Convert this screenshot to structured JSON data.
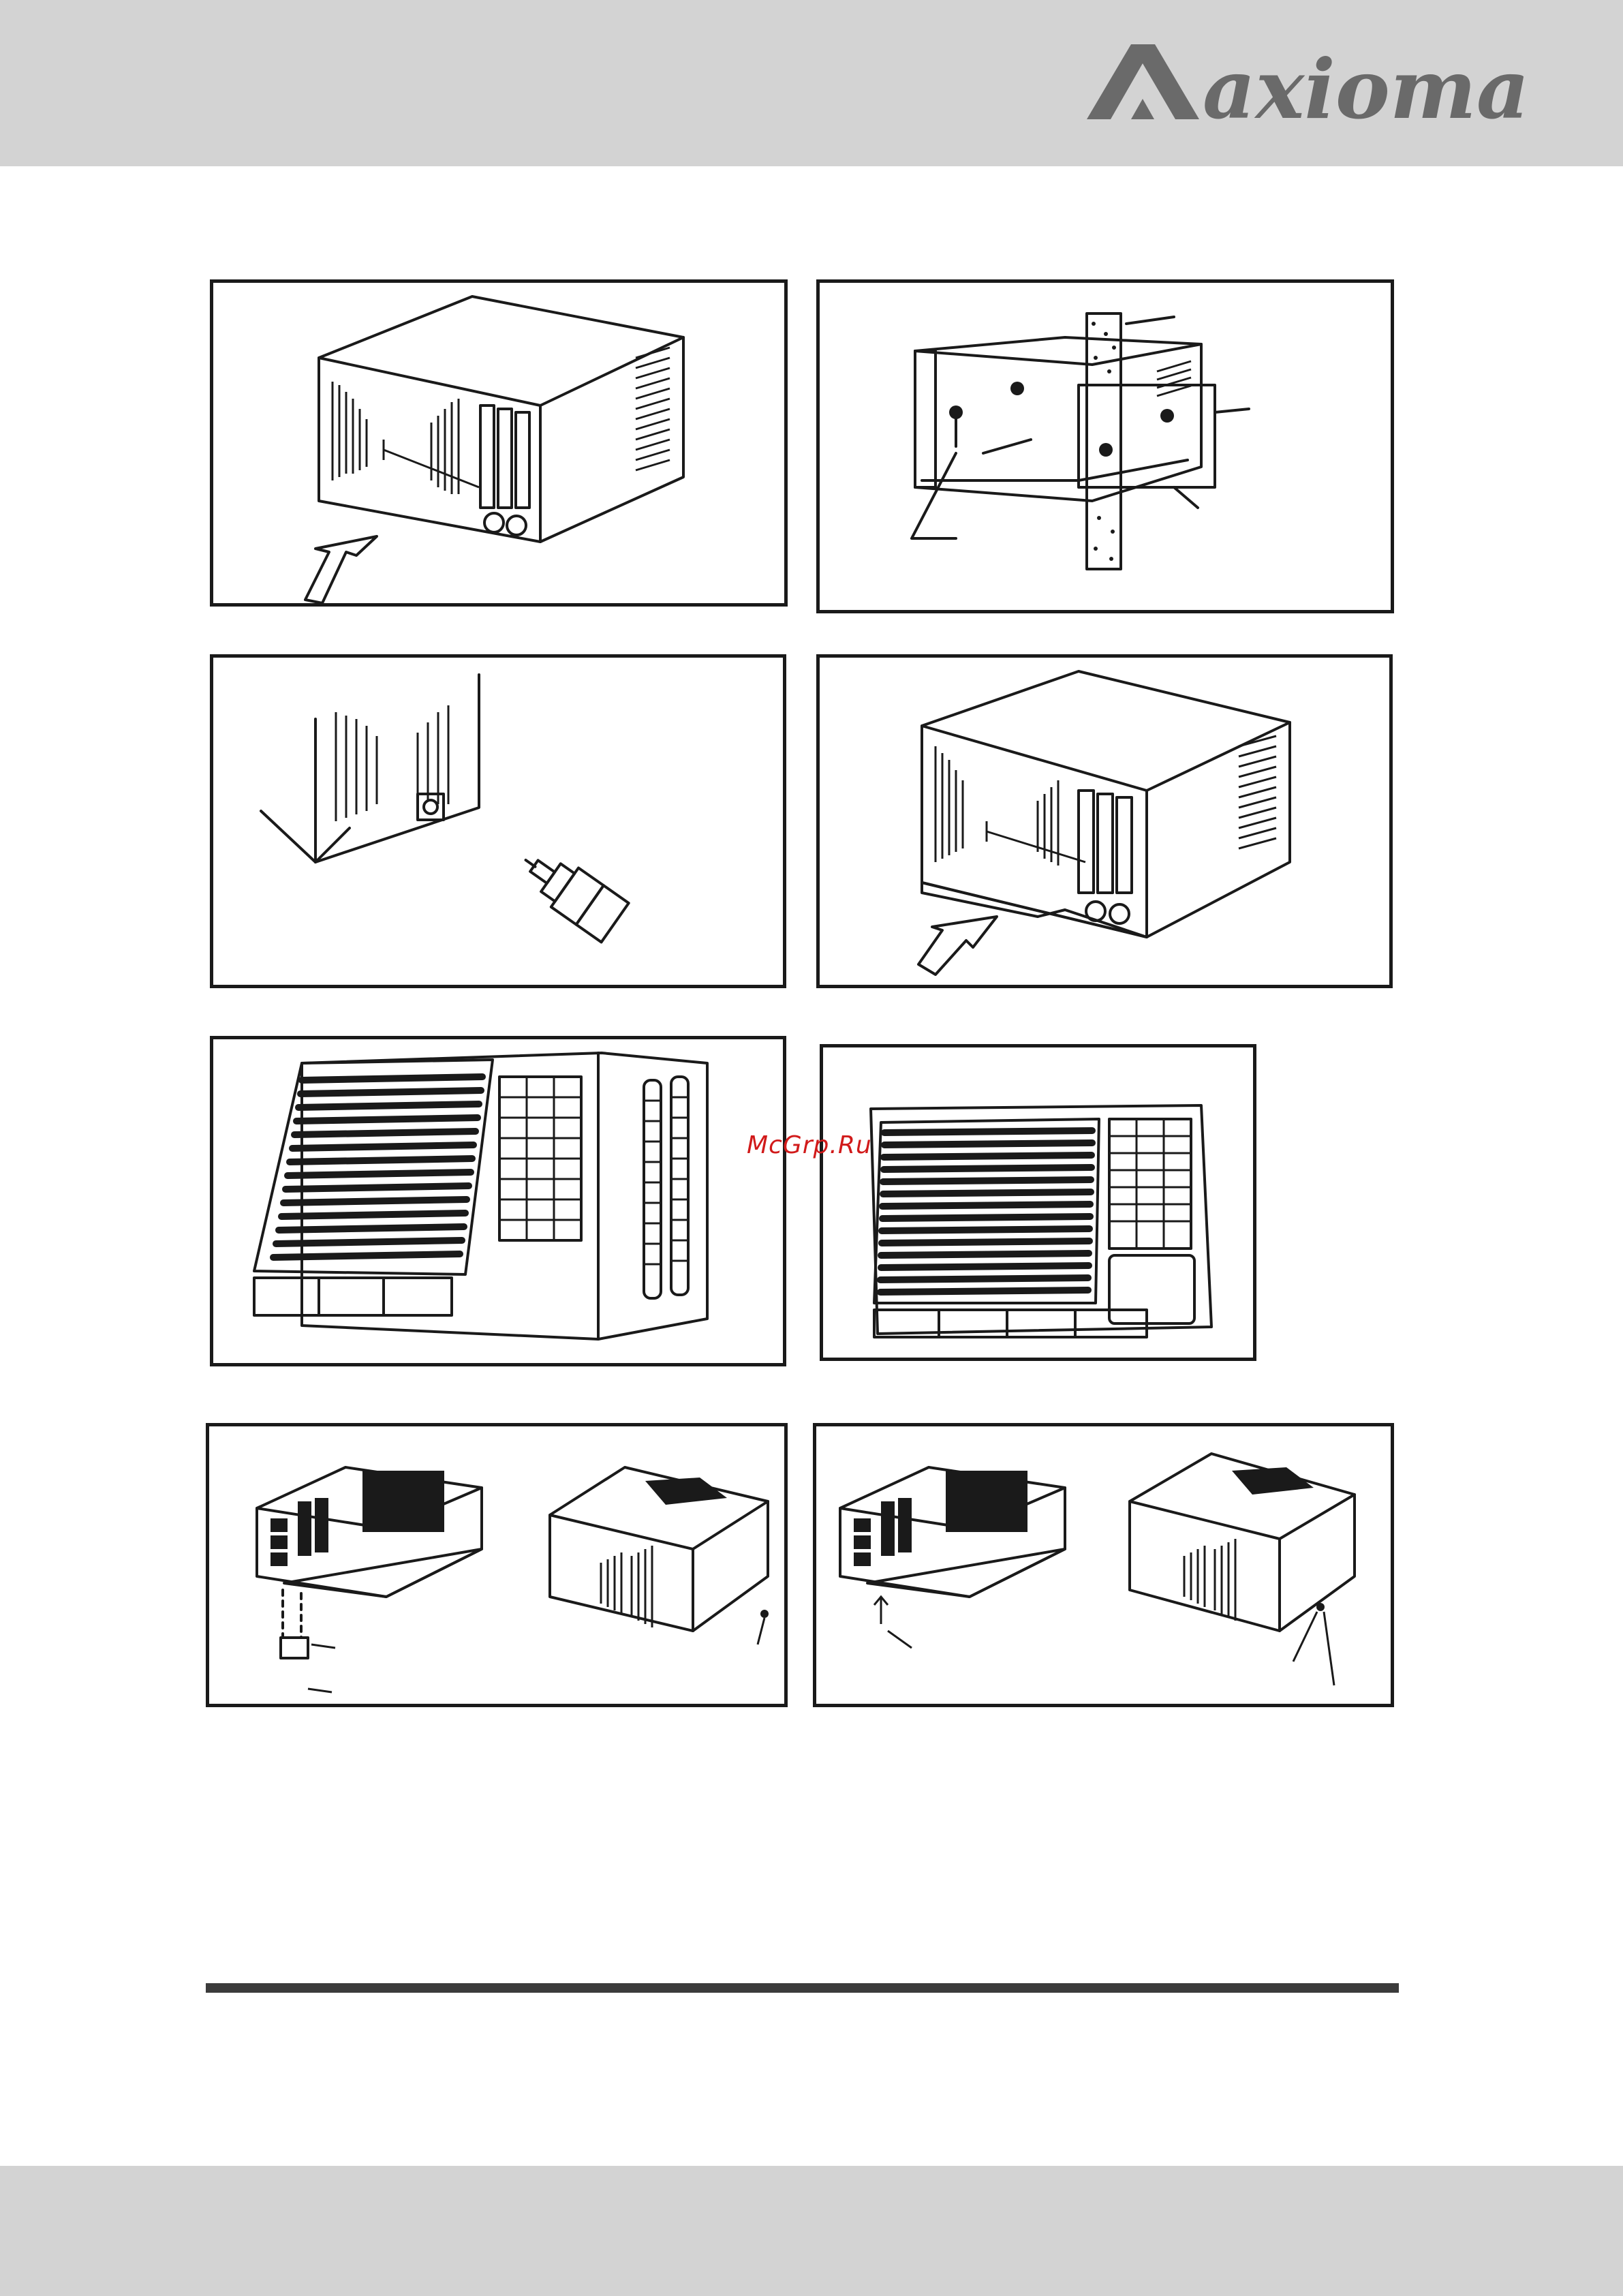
{
  "header": {
    "brand": "axioma",
    "band_color": "#d3d3d3"
  },
  "watermark": {
    "text": "McGrp.Ru",
    "color": "#d11a1a"
  },
  "figures": [
    {
      "id": "fig-1",
      "icon": "unit-pull-out-arrow-icon"
    },
    {
      "id": "fig-2",
      "icon": "wall-sleeve-screws-icon"
    },
    {
      "id": "fig-3",
      "icon": "drain-plug-icon"
    },
    {
      "id": "fig-4",
      "icon": "unit-push-in-arrow-icon"
    },
    {
      "id": "fig-5",
      "icon": "front-grille-open-icon"
    },
    {
      "id": "fig-6",
      "icon": "front-grille-closed-icon"
    },
    {
      "id": "fig-7",
      "icon": "bracket-install-icon"
    },
    {
      "id": "fig-8",
      "icon": "screw-install-icon"
    }
  ],
  "footer": {
    "rule_color": "#3b3b3b"
  }
}
